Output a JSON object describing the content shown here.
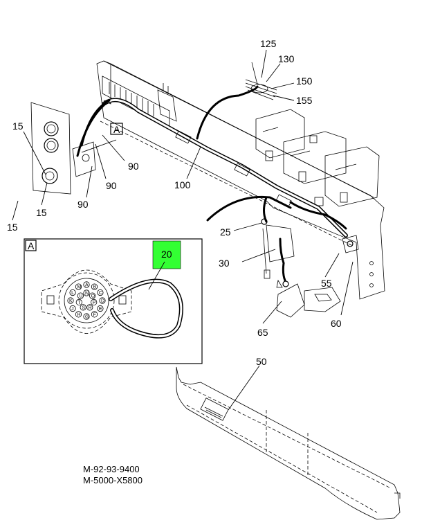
{
  "callouts": {
    "c125": "125",
    "c130": "130",
    "c150": "150",
    "c155": "155",
    "c15a": "15",
    "c15b": "15",
    "c15c": "15",
    "c90a": "90",
    "c90b": "90",
    "c90c": "90",
    "c100": "100",
    "c25": "25",
    "c30": "30",
    "c55": "55",
    "c60": "60",
    "c65": "65",
    "c50": "50",
    "c20": "20",
    "view_a_marker": "A",
    "view_a_label": "A"
  },
  "connector_pins": [
    "A",
    "B",
    "C",
    "D",
    "E",
    "F",
    "G",
    "H",
    "J",
    "K",
    "L",
    "M",
    "N",
    "O",
    "P",
    "R",
    "S",
    "T",
    "U"
  ],
  "part_numbers": {
    "line1": "M-92-93-9400",
    "line2": "M-5000-X5800"
  },
  "colors": {
    "highlight": "#33ff33"
  }
}
